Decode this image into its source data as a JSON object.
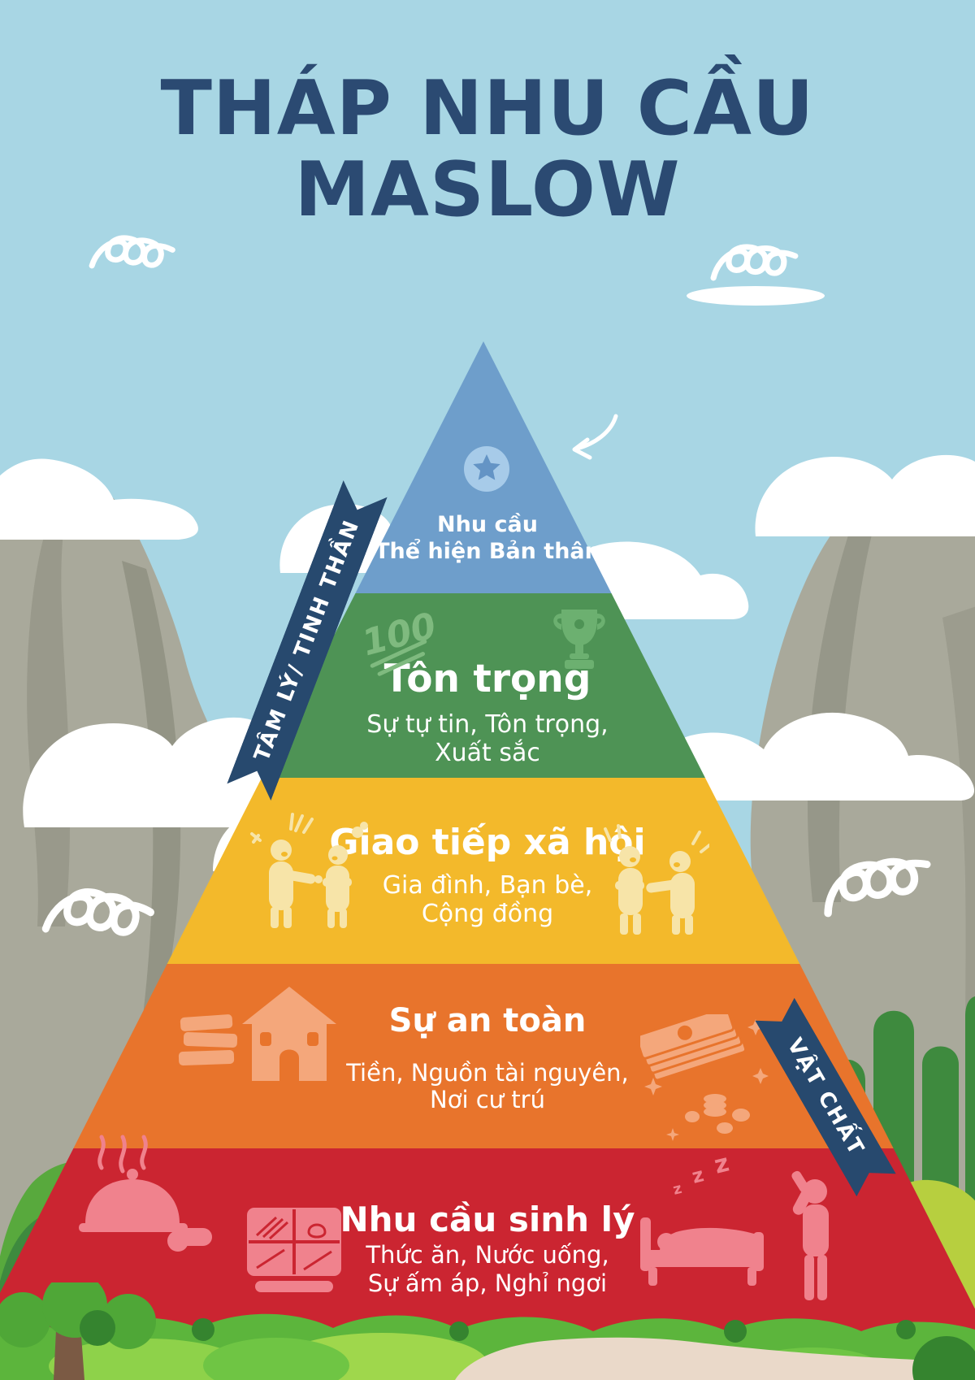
{
  "title": {
    "line1": "THÁP NHU CẦU",
    "line2": "MASLOW"
  },
  "ribbons": {
    "left_label": "TÂM LÝ/ TINH THẦN",
    "right_label": "VẬT CHẤT"
  },
  "pyramid": {
    "levels": [
      {
        "id": "self-actualization",
        "color": "#6e9ecb",
        "line1": "Nhu cầu",
        "line2": "Thể hiện Bản thân",
        "icons": [
          "star-badge-icon"
        ]
      },
      {
        "id": "esteem",
        "color": "#4e9355",
        "heading": "Tôn trọng",
        "sub1": "Sự tự tin, Tôn trọng,",
        "sub2": "Xuất sắc",
        "badge": "100",
        "icons": [
          "hundred-points-icon",
          "trophy-icon"
        ]
      },
      {
        "id": "social",
        "color": "#f3b92b",
        "heading": "Giao tiếp xã hội",
        "sub1": "Gia đình, Bạn bè,",
        "sub2": "Cộng đồng",
        "icons": [
          "arguing-people-icon",
          "talking-people-icon"
        ]
      },
      {
        "id": "safety",
        "color": "#e8742c",
        "heading": "Sự an toàn",
        "sub1": "Tiền, Nguồn tài nguyên,",
        "sub2": "Nơi cư trú",
        "icons": [
          "books-icon",
          "house-icon",
          "money-coins-icon"
        ]
      },
      {
        "id": "physiological",
        "color": "#cb2531",
        "heading": "Nhu cầu sinh lý",
        "sub1": "Thức ăn, Nước uống,",
        "sub2": "Sự ấm áp, Nghỉ ngơi",
        "zzz": [
          "z",
          "z",
          "z"
        ],
        "icons": [
          "food-cloche-icon",
          "lunchbox-icon",
          "sleeping-bed-icon",
          "drinking-person-icon"
        ]
      }
    ]
  },
  "colors": {
    "sky": "#a8d6e4",
    "title": "#2b4a72",
    "ribbon": "#27496e",
    "white": "#ffffff",
    "mountain": "#a9a99b",
    "mountain_shadow": "#8f9081",
    "mountain_light": "#bdbdae",
    "greenery": "#5cb53c",
    "greenery_dark": "#35842f",
    "greenery_light": "#8ed24a",
    "trail": "#ead9c9",
    "trunk": "#7b5a44",
    "level1_icon": "#a7cbe9",
    "level2_icon": "#6cb070",
    "level3_icon": "#f7e4a8",
    "level4_icon": "#f4a77b",
    "level5_icon": "#f0828d"
  }
}
